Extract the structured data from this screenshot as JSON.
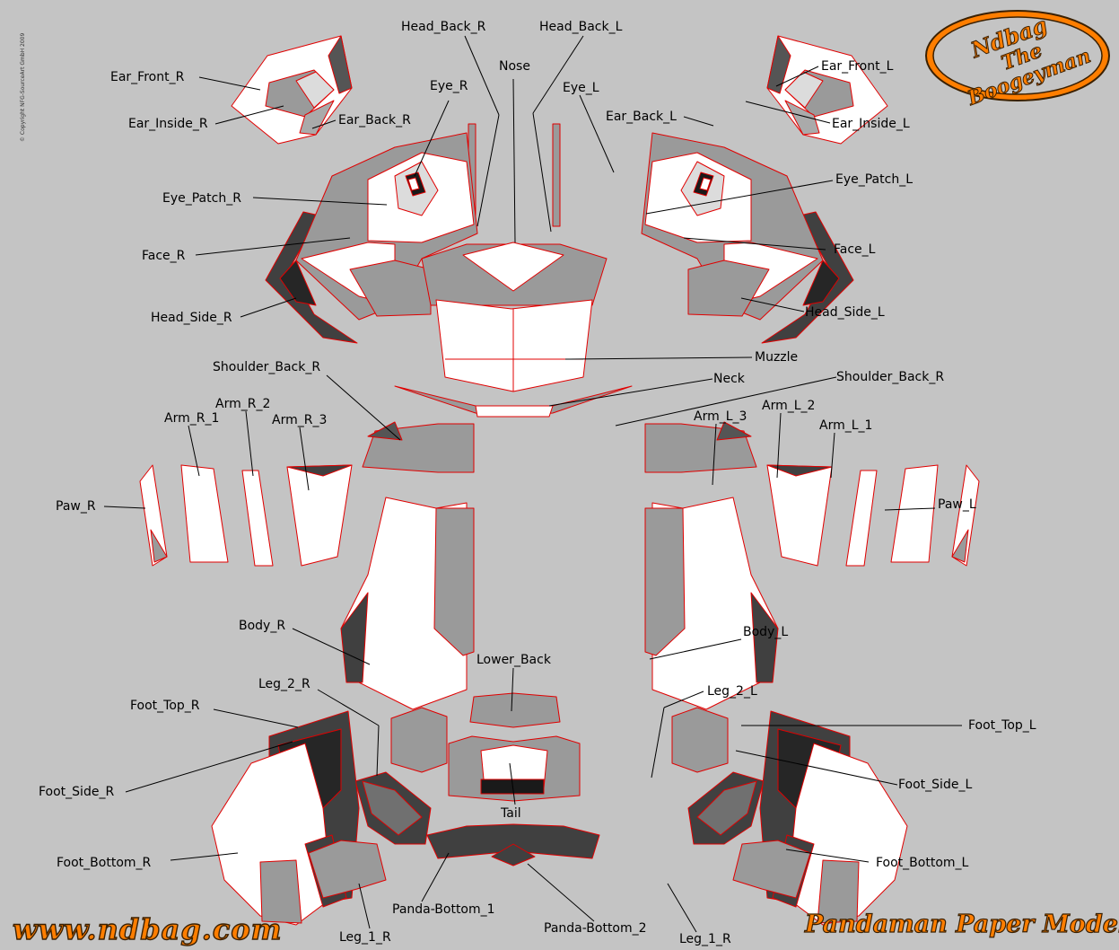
{
  "copyright": "© Copyright NFG-SourceArt GmbH 2009",
  "website": "www.ndbag.com",
  "footer_title": "Pandaman Paper Model",
  "logo": {
    "line1": "Ndbag",
    "line2": "The",
    "line3": "Boogeyman",
    "color": "#ff7e00"
  },
  "colors": {
    "background": "#c4c4c4",
    "outline": "#e00000",
    "leader": "#000000",
    "face_white": "#ffffff",
    "light_gray": "#9a9a9a",
    "dark_gray": "#404040"
  },
  "labels": [
    {
      "id": "head-back-r",
      "text": "Head_Back_R"
    },
    {
      "id": "head-back-l",
      "text": "Head_Back_L"
    },
    {
      "id": "nose",
      "text": "Nose"
    },
    {
      "id": "ear-front-r",
      "text": "Ear_Front_R"
    },
    {
      "id": "ear-front-l",
      "text": "Ear_Front_L"
    },
    {
      "id": "ear-inside-r",
      "text": "Ear_Inside_R"
    },
    {
      "id": "ear-back-r",
      "text": "Ear_Back_R"
    },
    {
      "id": "ear-back-l",
      "text": "Ear_Back_L"
    },
    {
      "id": "ear-inside-l",
      "text": "Ear_Inside_L"
    },
    {
      "id": "eye-r",
      "text": "Eye_R"
    },
    {
      "id": "eye-l",
      "text": "Eye_L"
    },
    {
      "id": "eye-patch-r",
      "text": "Eye_Patch_R"
    },
    {
      "id": "eye-patch-l",
      "text": "Eye_Patch_L"
    },
    {
      "id": "face-r",
      "text": "Face_R"
    },
    {
      "id": "face-l",
      "text": "Face_L"
    },
    {
      "id": "head-side-r",
      "text": "Head_Side_R"
    },
    {
      "id": "head-side-l",
      "text": "Head_Side_L"
    },
    {
      "id": "muzzle",
      "text": "Muzzle"
    },
    {
      "id": "shoulder-back-r",
      "text": "Shoulder_Back_R"
    },
    {
      "id": "neck",
      "text": "Neck"
    },
    {
      "id": "shoulder-back-r2",
      "text": "Shoulder_Back_R"
    },
    {
      "id": "arm-r-2",
      "text": "Arm_R_2"
    },
    {
      "id": "arm-r-1",
      "text": "Arm_R_1"
    },
    {
      "id": "arm-r-3",
      "text": "Arm_R_3"
    },
    {
      "id": "arm-l-2",
      "text": "Arm_L_2"
    },
    {
      "id": "arm-l-3",
      "text": "Arm_L_3"
    },
    {
      "id": "arm-l-1",
      "text": "Arm_L_1"
    },
    {
      "id": "paw-r",
      "text": "Paw_R"
    },
    {
      "id": "paw-l",
      "text": "Paw_L"
    },
    {
      "id": "body-r",
      "text": "Body_R"
    },
    {
      "id": "body-l",
      "text": "Body_L"
    },
    {
      "id": "lower-back",
      "text": "Lower_Back"
    },
    {
      "id": "leg-2-r",
      "text": "Leg_2_R"
    },
    {
      "id": "leg-2-l",
      "text": "Leg_2_L"
    },
    {
      "id": "foot-top-r",
      "text": "Foot_Top_R"
    },
    {
      "id": "foot-top-l",
      "text": "Foot_Top_L"
    },
    {
      "id": "foot-side-r",
      "text": "Foot_Side_R"
    },
    {
      "id": "foot-side-l",
      "text": "Foot_Side_L"
    },
    {
      "id": "tail",
      "text": "Tail"
    },
    {
      "id": "foot-bottom-r",
      "text": "Foot_Bottom_R"
    },
    {
      "id": "foot-bottom-l",
      "text": "Foot_Bottom_L"
    },
    {
      "id": "panda-bottom-1",
      "text": "Panda-Bottom_1"
    },
    {
      "id": "panda-bottom-2",
      "text": "Panda-Bottom_2"
    },
    {
      "id": "leg-1-r",
      "text": "Leg_1_R"
    },
    {
      "id": "leg-1-r2",
      "text": "Leg_1_R"
    }
  ]
}
